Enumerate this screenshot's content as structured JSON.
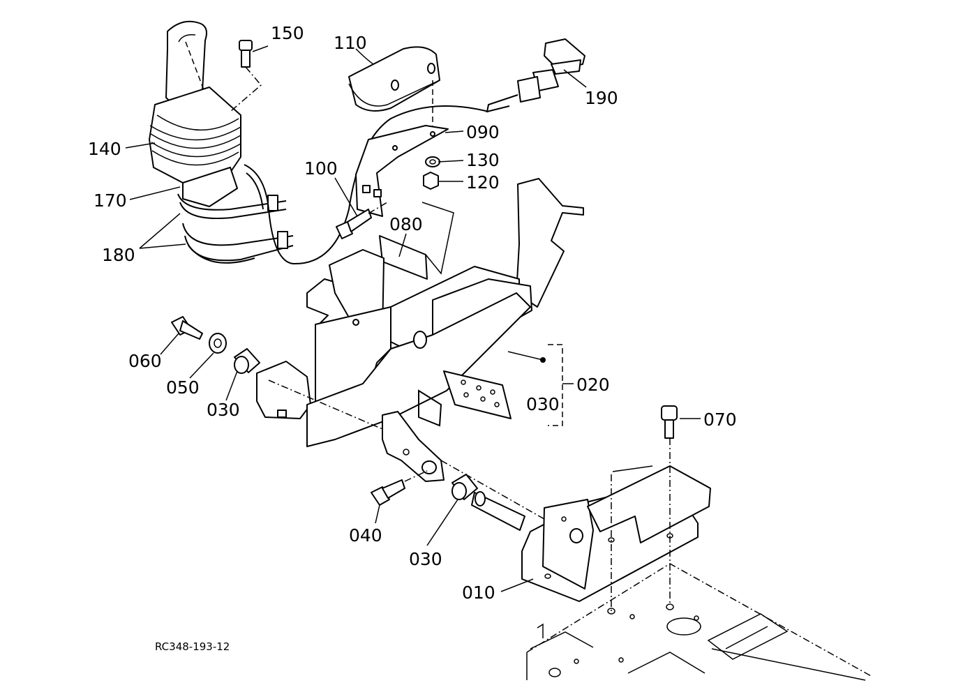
{
  "callouts": {
    "c150": "150",
    "c110": "110",
    "c190": "190",
    "c090": "090",
    "c130": "130",
    "c120": "120",
    "c140": "140",
    "c100": "100",
    "c170": "170",
    "c080": "080",
    "c180": "180",
    "c060": "060",
    "c050": "050",
    "c030a": "030",
    "c030b": "030",
    "c020": "020",
    "c070": "070",
    "c040": "040",
    "c030c": "030",
    "c010": "010"
  },
  "drawing_code": "RC348-193-12"
}
